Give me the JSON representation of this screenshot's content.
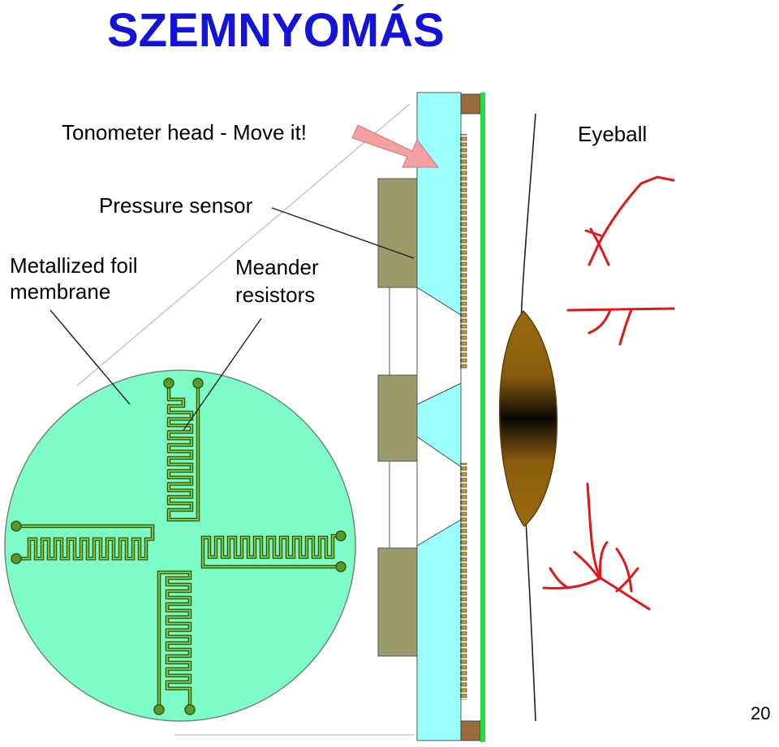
{
  "slide": {
    "title": "SZEMNYOMÁS",
    "page_number": "20"
  },
  "labels": {
    "tonometer_head": "Tonometer head - Move it!",
    "pressure_sensor": "Pressure sensor",
    "metallized_foil_line1": "Metallized foil",
    "metallized_foil_line2": "membrane",
    "meander_line1": "Meander",
    "meander_line2": "resistors",
    "eyeball": "Eyeball"
  },
  "colors": {
    "title": "#1414d8",
    "membrane": "#7dfcc8",
    "sensor_body": "#9b9a6a",
    "tonometer_head": "#99ffff",
    "foil_strip": "#22dd44",
    "brown_cap": "#9b6a3c",
    "arrow": "#f4a0a0",
    "vessels": "#e11818",
    "lens": "#9a6a10",
    "resistor": "#4f8a1c"
  }
}
